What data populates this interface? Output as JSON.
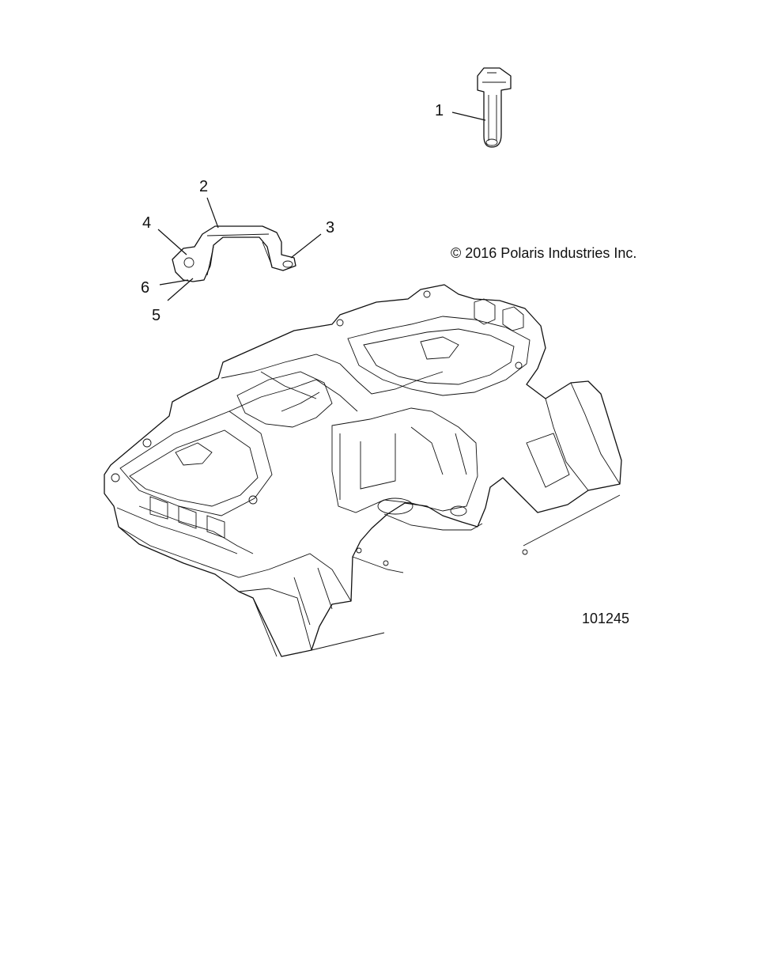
{
  "callouts": {
    "c1": "1",
    "c2": "2",
    "c3": "3",
    "c4": "4",
    "c5": "5",
    "c6": "6"
  },
  "copyright": "© 2016 Polaris Industries Inc.",
  "figure_number": "101245"
}
